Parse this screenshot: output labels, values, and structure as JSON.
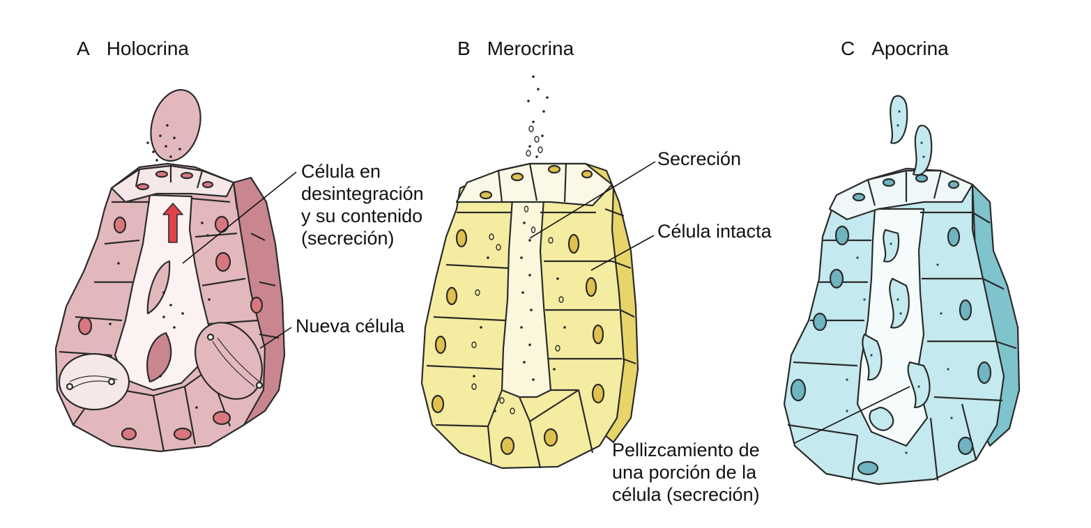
{
  "panels": {
    "a": {
      "letter": "A",
      "title": "Holocrina"
    },
    "b": {
      "letter": "B",
      "title": "Merocrina"
    },
    "c": {
      "letter": "C",
      "title": "Apocrina"
    }
  },
  "labels": {
    "disintegrating": [
      "Célula en",
      "desintegración",
      "y su contenido",
      "(secreción)"
    ],
    "new_cell": "Nueva célula",
    "secretion": "Secreción",
    "intact_cell": "Célula intacta",
    "pinching": [
      "Pellizcamiento de",
      "una porción de la",
      "célula (secreción)"
    ]
  },
  "colors": {
    "holocrine_fill": "#e3b8bc",
    "holocrine_dark": "#c9868e",
    "holocrine_nucleus": "#d9777f",
    "merocrine_fill": "#f4eca0",
    "merocrine_dark": "#e7d56a",
    "merocrine_nucleus": "#e0c04e",
    "apocrine_fill": "#c4e9ee",
    "apocrine_dark": "#7fc3cd",
    "apocrine_nucleus": "#6fb4c0",
    "lumen": "#fbf7f2",
    "outline": "#2a2a2a",
    "arrow": "#e0414d"
  }
}
